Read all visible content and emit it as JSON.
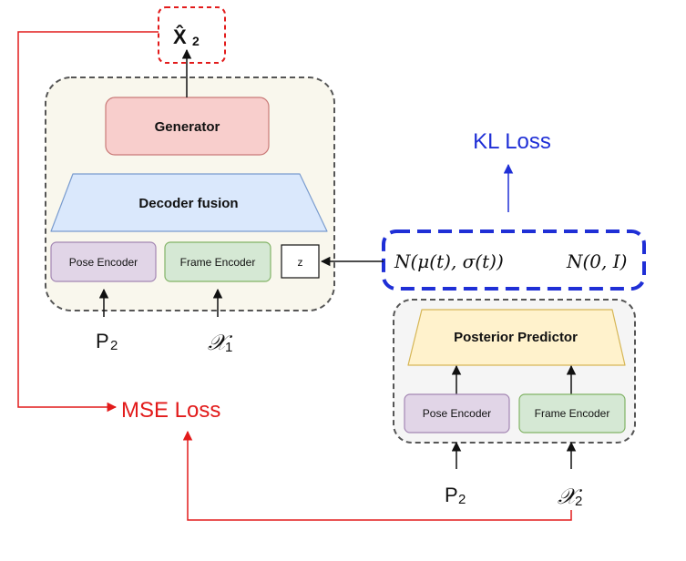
{
  "output": {
    "symbol": "X̂",
    "subscript": "2"
  },
  "decoder": {
    "generator_label": "Generator",
    "fusion_label": "Decoder fusion",
    "pose_encoder_label": "Pose Encoder",
    "frame_encoder_label": "Frame Encoder",
    "z_label": "z"
  },
  "decoder_inputs": {
    "pose": {
      "symbol": "P",
      "subscript": "2"
    },
    "frame": {
      "symbol": "𝒳",
      "subscript": "1"
    }
  },
  "kl_loss_label": "KL Loss",
  "distributions": {
    "posterior": "N(μ(t), σ(t))",
    "prior": "N(0, I)"
  },
  "posterior_block": {
    "predictor_label": "Posterior Predictor",
    "pose_encoder_label": "Pose Encoder",
    "frame_encoder_label": "Frame Encoder"
  },
  "posterior_inputs": {
    "pose": {
      "symbol": "P",
      "subscript": "2"
    },
    "frame": {
      "symbol": "𝒳",
      "subscript": "2"
    }
  },
  "mse_loss_label": "MSE Loss",
  "colors": {
    "red": "#e21b1b",
    "blue": "#1f2fd6",
    "generator_fill": "#f8cecc",
    "generator_stroke": "#c97a78",
    "fusion_fill": "#dae8fc",
    "fusion_stroke": "#7a9ccf",
    "pose_fill": "#e1d5e7",
    "pose_stroke": "#a386b3",
    "frame_fill": "#d5e8d4",
    "frame_stroke": "#82b366",
    "predictor_fill": "#fff2cc",
    "predictor_stroke": "#d6b656",
    "decoder_bg": "#f9f7ed",
    "posterior_bg": "#f5f5f5"
  }
}
